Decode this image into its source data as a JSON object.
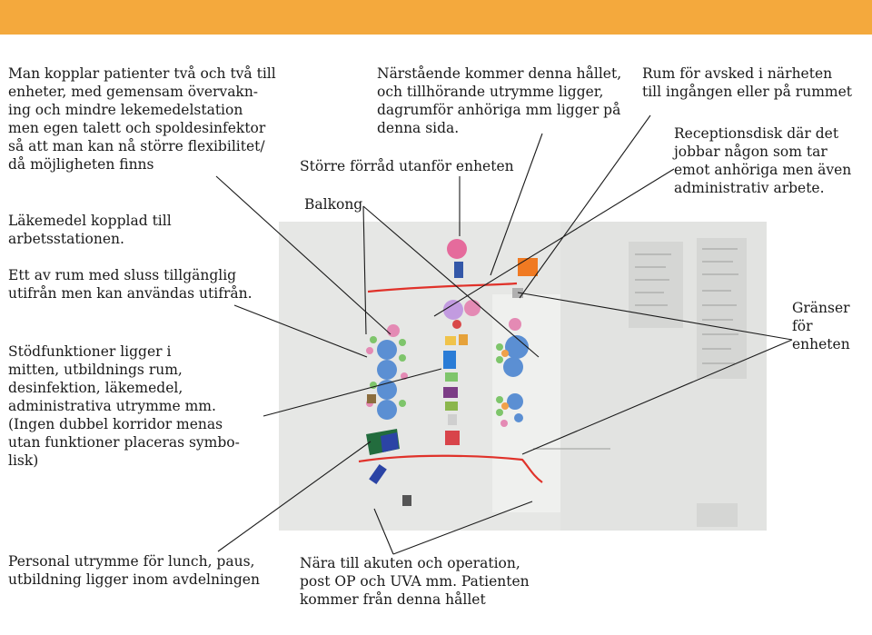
{
  "notes": {
    "pairs": "Man kopplar patienter två och två till\nenheter, med gemensam övervakn-\ning och mindre lekemedelstation\nmen egen talett och spoldesinfektor\nså att man kan nå större flexibilitet/\ndå möjligheten finns",
    "medicine": "Läkemedel kopplad till\narbetsstationen.",
    "lock_room": "Ett av rum med sluss tillgänglig\nutifrån men kan användas utifrån.",
    "support": "Stödfunktioner ligger i\nmitten, utbildnings rum,\ndesinfektion, läkemedel,\nadministrativa utrymme mm.\n(Ingen dubbel korridor menas\nutan funktioner placeras symbo-\nlisk)",
    "staff": "Personal utrymme för lunch, paus,\nutbildning ligger inom avdelningen",
    "relatives": "Närstående kommer denna hållet,\noch tillhörande utrymme ligger,\ndagrumför anhöriga mm ligger på\ndenna sida.",
    "farewell": "Rum för avsked i närheten\ntill ingången eller på rummet",
    "reception": "Receptionsdisk där det\njobbar någon som tar\nemot anhöriga men även\nadministrativ arbete.",
    "storage": "Större förråd utanför enheten",
    "balcony": "Balkong",
    "borders": "Gränser för\nenheten",
    "emergency": "Nära till akuten och operation,\npost OP och UVA mm. Patienten\nkommer från denna hållet"
  },
  "colors": {
    "header": "#f4a93d",
    "border_line": "#e0322a",
    "room_blue": "#5b8fd3",
    "room_pink": "#e48ab4",
    "reception_orange": "#f07a22",
    "support_green": "#7ec56b",
    "support_purple": "#a77fc5"
  }
}
